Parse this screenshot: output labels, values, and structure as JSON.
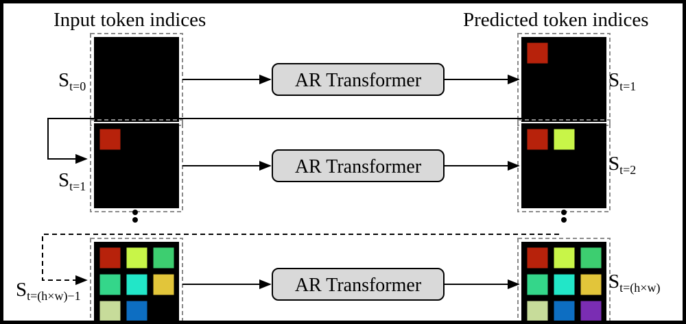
{
  "header": {
    "left_title": "Input token indices",
    "right_title": "Predicted token indices"
  },
  "transformer_label": "AR Transformer",
  "rows": [
    {
      "input_state": {
        "base": "S",
        "sub": "t=0"
      },
      "output_state": {
        "base": "S",
        "sub": "t=1"
      },
      "input_grid": [
        "#000000",
        "#000000",
        "#000000",
        "#000000",
        "#000000",
        "#000000",
        "#000000",
        "#000000",
        "#000000"
      ],
      "output_grid": [
        "#b7220b",
        "#000000",
        "#000000",
        "#000000",
        "#000000",
        "#000000",
        "#000000",
        "#000000",
        "#000000"
      ]
    },
    {
      "input_state": {
        "base": "S",
        "sub": "t=1"
      },
      "output_state": {
        "base": "S",
        "sub": "t=2"
      },
      "input_grid": [
        "#b7220b",
        "#000000",
        "#000000",
        "#000000",
        "#000000",
        "#000000",
        "#000000",
        "#000000",
        "#000000"
      ],
      "output_grid": [
        "#b7220b",
        "#c8f548",
        "#000000",
        "#000000",
        "#000000",
        "#000000",
        "#000000",
        "#000000",
        "#000000"
      ]
    },
    {
      "input_state": {
        "base": "S",
        "sub": "t=(h×w)−1"
      },
      "output_state": {
        "base": "S",
        "sub": "t=(h×w)"
      },
      "input_grid": [
        "#b7220b",
        "#c8f548",
        "#3dce70",
        "#34d68a",
        "#22e6c8",
        "#e2c53a",
        "#c7dc9a",
        "#0d6ec2",
        "#000000"
      ],
      "output_grid": [
        "#b7220b",
        "#c8f548",
        "#3dce70",
        "#34d68a",
        "#22e6c8",
        "#e2c53a",
        "#c7dc9a",
        "#0d6ec2",
        "#7a2db3"
      ]
    }
  ],
  "colors": {
    "background": "#ffffff",
    "frame": "#000000",
    "transformer_fill": "#d9d9d9",
    "dashed_box": "#8a8a8a"
  }
}
